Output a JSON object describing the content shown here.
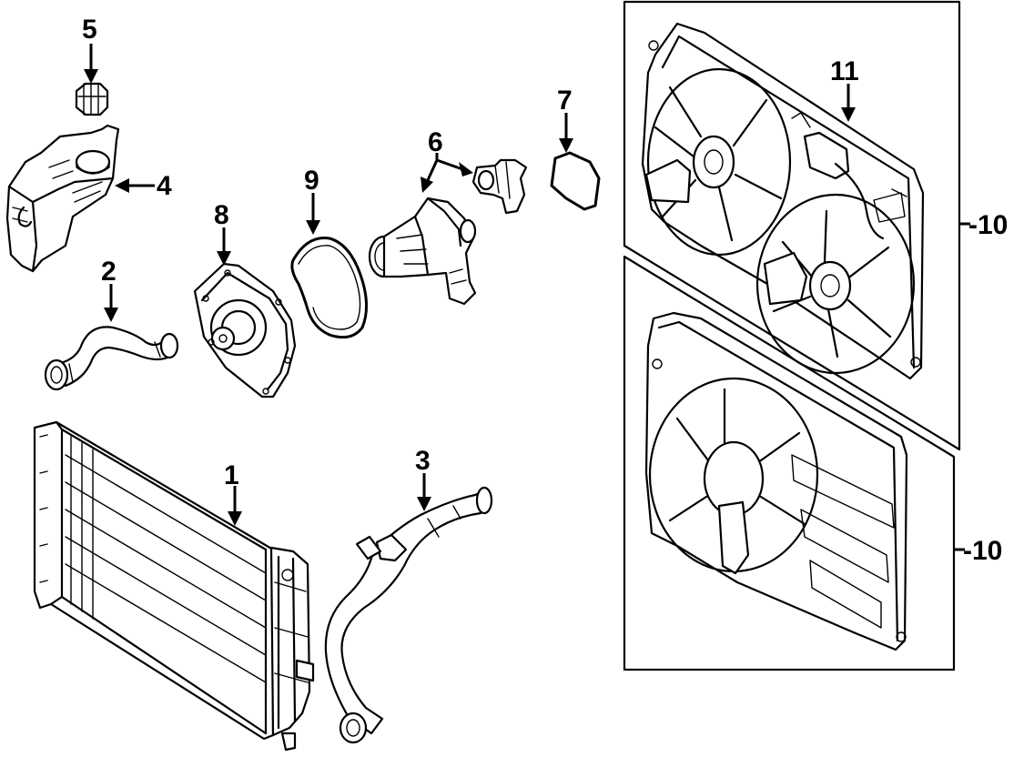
{
  "callouts": {
    "c1": "1",
    "c2": "2",
    "c3": "3",
    "c4": "4",
    "c5": "5",
    "c6": "6",
    "c7": "7",
    "c8": "8",
    "c9": "9",
    "c10a": "-10",
    "c10b": "-10",
    "c11": "11"
  }
}
